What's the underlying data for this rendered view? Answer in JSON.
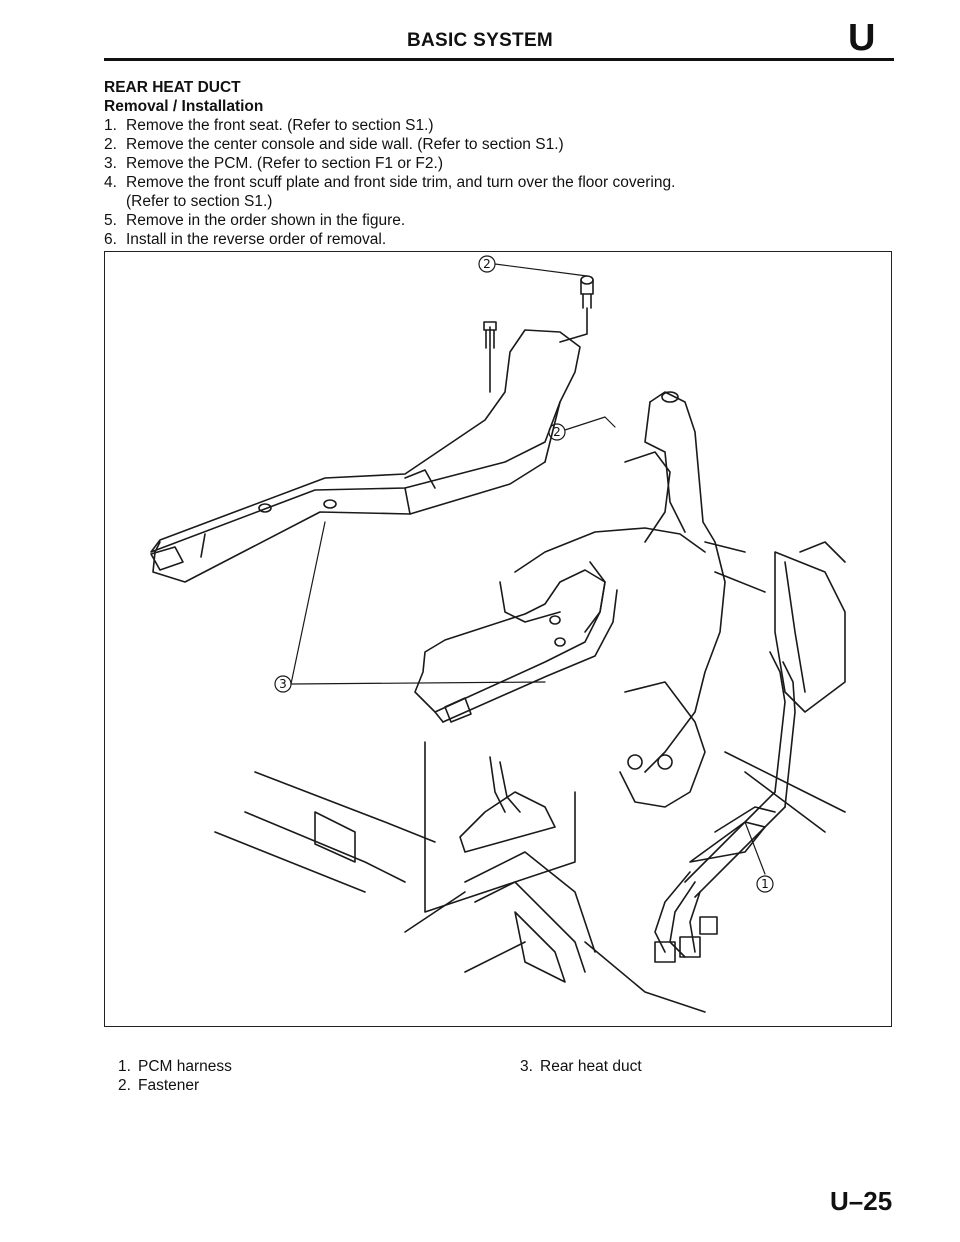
{
  "header": {
    "title": "BASIC SYSTEM",
    "section_letter": "U"
  },
  "section": {
    "title": "REAR HEAT DUCT",
    "subtitle": "Removal / Installation"
  },
  "steps": [
    {
      "num": "1.",
      "text": "Remove the front seat. (Refer to section S1.)"
    },
    {
      "num": "2.",
      "text": "Remove the center console and side wall. (Refer to section S1.)"
    },
    {
      "num": "3.",
      "text": "Remove the PCM. (Refer to section F1 or F2.)"
    },
    {
      "num": "4.",
      "text": "Remove the front scuff plate and front side trim, and turn over the floor covering.",
      "continuation": "(Refer to section S1.)"
    },
    {
      "num": "5.",
      "text": "Remove in the order shown in the figure."
    },
    {
      "num": "6.",
      "text": "Install in the reverse order of removal."
    }
  ],
  "figure": {
    "callouts": [
      "2",
      "2",
      "3",
      "1"
    ]
  },
  "legend": [
    {
      "num": "1.",
      "text": "PCM harness"
    },
    {
      "num": "2.",
      "text": "Fastener"
    },
    {
      "num": "3.",
      "text": "Rear heat duct"
    }
  ],
  "footer": {
    "page_number": "U–25"
  }
}
